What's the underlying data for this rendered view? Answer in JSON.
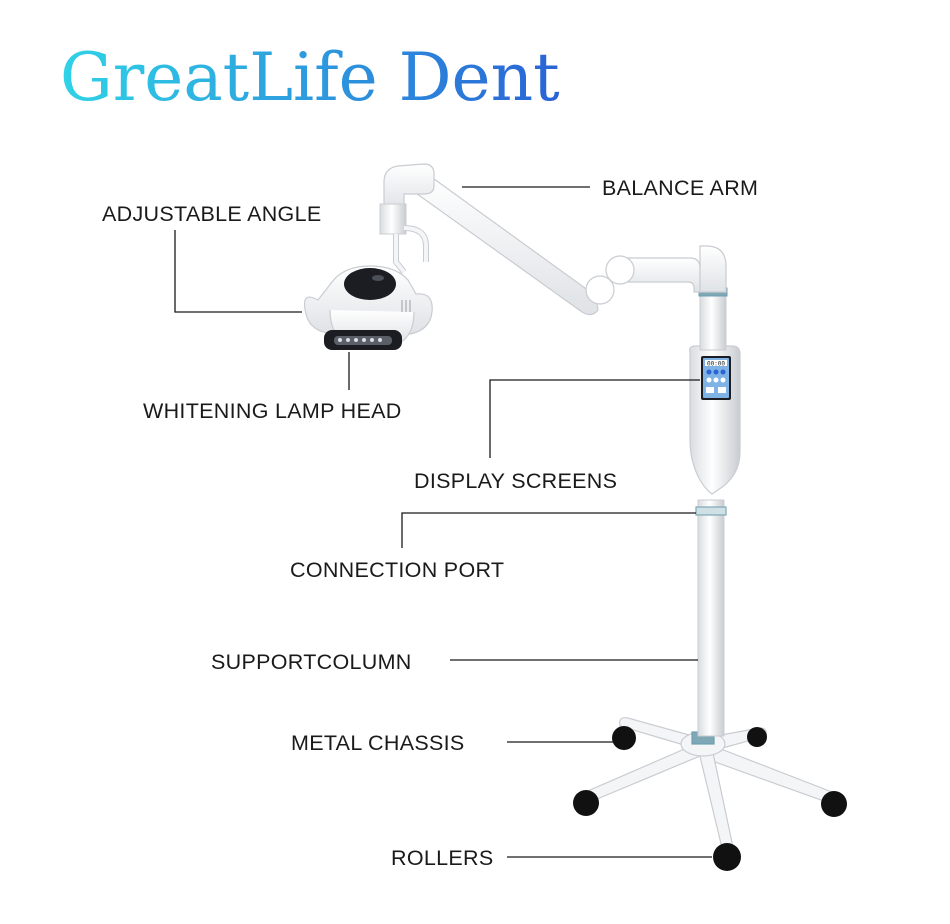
{
  "brand": {
    "name": "GreatLife Dent",
    "gradient_start": "#2fd3e6",
    "gradient_end": "#2a63d6"
  },
  "labels": {
    "balance_arm": "BALANCE ARM",
    "adjustable_angle": "ADJUSTABLE ANGLE",
    "whitening_lamp_head": "WHITENING LAMP HEAD",
    "display_screens": "DISPLAY SCREENS",
    "connection_port": "CONNECTION PORT",
    "support_column": "SUPPORTCOLUMN",
    "metal_chassis": "METAL CHASSIS",
    "rollers": "ROLLERS"
  },
  "device_screen": {
    "digits": "00:00"
  },
  "colors": {
    "device_body": "#f4f5f7",
    "device_outline": "#c9ccd1",
    "dark_panel": "#1b1d22",
    "screen": "#7fb3e6",
    "accent_ring": "#6f9fb1",
    "wheel": "#111111"
  }
}
